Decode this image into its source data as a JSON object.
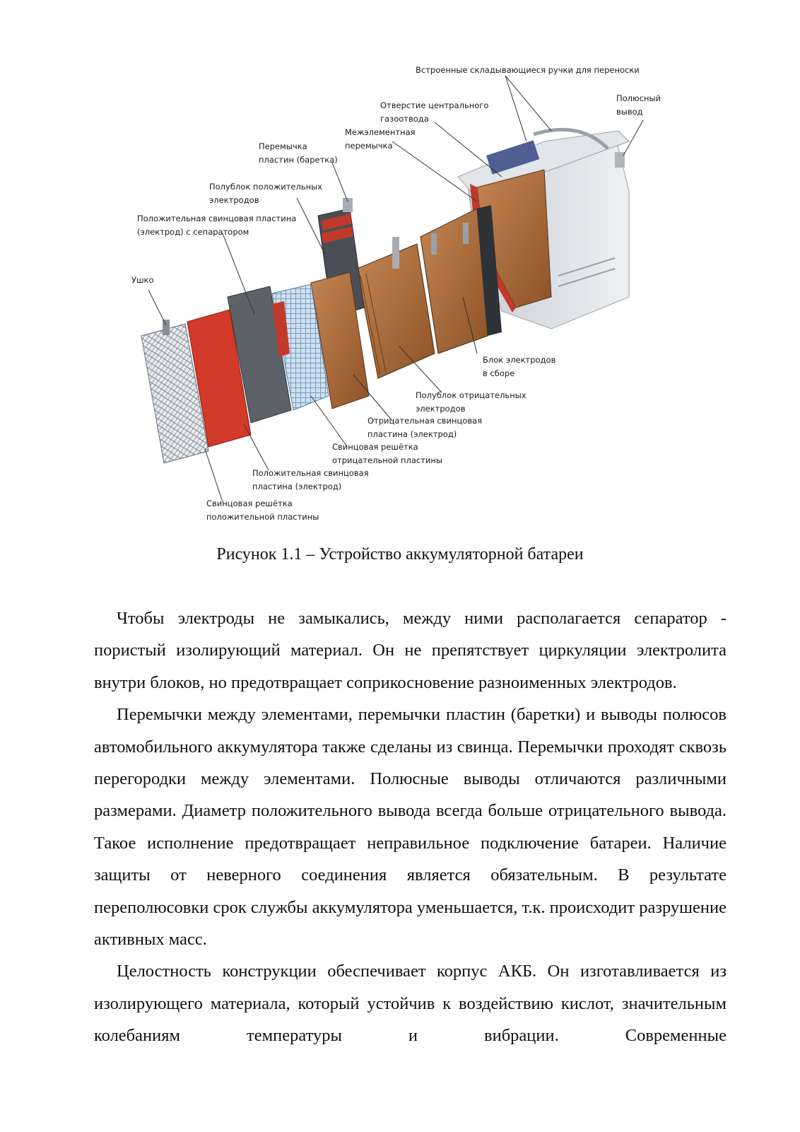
{
  "figure": {
    "labels": {
      "handles": "Встроенные складывающиеся ручки для переноски",
      "terminal": "Полюсный\nвывод",
      "vent": "Отверстие центрального\nгазоотвода",
      "connector": "Межэлементная\nперемычка",
      "plate_strap": "Перемычка\nпластин (баретка)",
      "pos_halfblock": "Полублок положительных\nэлектродов",
      "pos_plate_separator": "Положительная свинцовая пластина\n(электрод) с сепаратором",
      "lug": "Ушко",
      "assembled_block": "Блок электродов\nв сборе",
      "neg_halfblock": "Полублок отрицательных\nэлектродов",
      "neg_plate": "Отрицательная свинцовая\nпластина (электрод)",
      "neg_grid": "Свинцовая решётка\nотрицательной пластины",
      "pos_plate": "Положительная свинцовая\nпластина (электрод)",
      "pos_grid": "Свинцовая решётка\nположительной пластины"
    },
    "caption": "Рисунок 1.1 – Устройство аккумуляторной батареи"
  },
  "paragraphs": [
    "Чтобы электроды не замыкались, между ними располагается сепаратор - пористый изолирующий материал. Он не препятствует циркуляции электролита внутри блоков, но предотвращает соприкосновение разноименных электродов.",
    "Перемычки между элементами, перемычки пластин (баретки) и выводы полюсов автомобильного аккумулятора также сделаны из свинца. Перемычки проходят сквозь перегородки между элементами. Полюсные выводы отличаются различными размерами. Диаметр положительного вывода всегда больше отрицательного вывода. Такое исполнение предотвращает неправильное подключение батареи. Наличие защиты от неверного соединения является обязательным. В результате переполюсовки срок службы аккумулятора уменьшается, т.к. происходит разрушение активных масс.",
    "Целостность конструкции обеспечивает корпус АКБ. Он изготавливается из изолирующего материала, который устойчив к воздействию кислот, значительным колебаниям температуры и вибрации. Современные"
  ],
  "colors": {
    "lead_grid": "#8a8f96",
    "separator_red": "#d23a2a",
    "brown_plate": "#a8683a",
    "case_gray": "#dcdfe3",
    "lid_blue": "#5a6b9a"
  }
}
